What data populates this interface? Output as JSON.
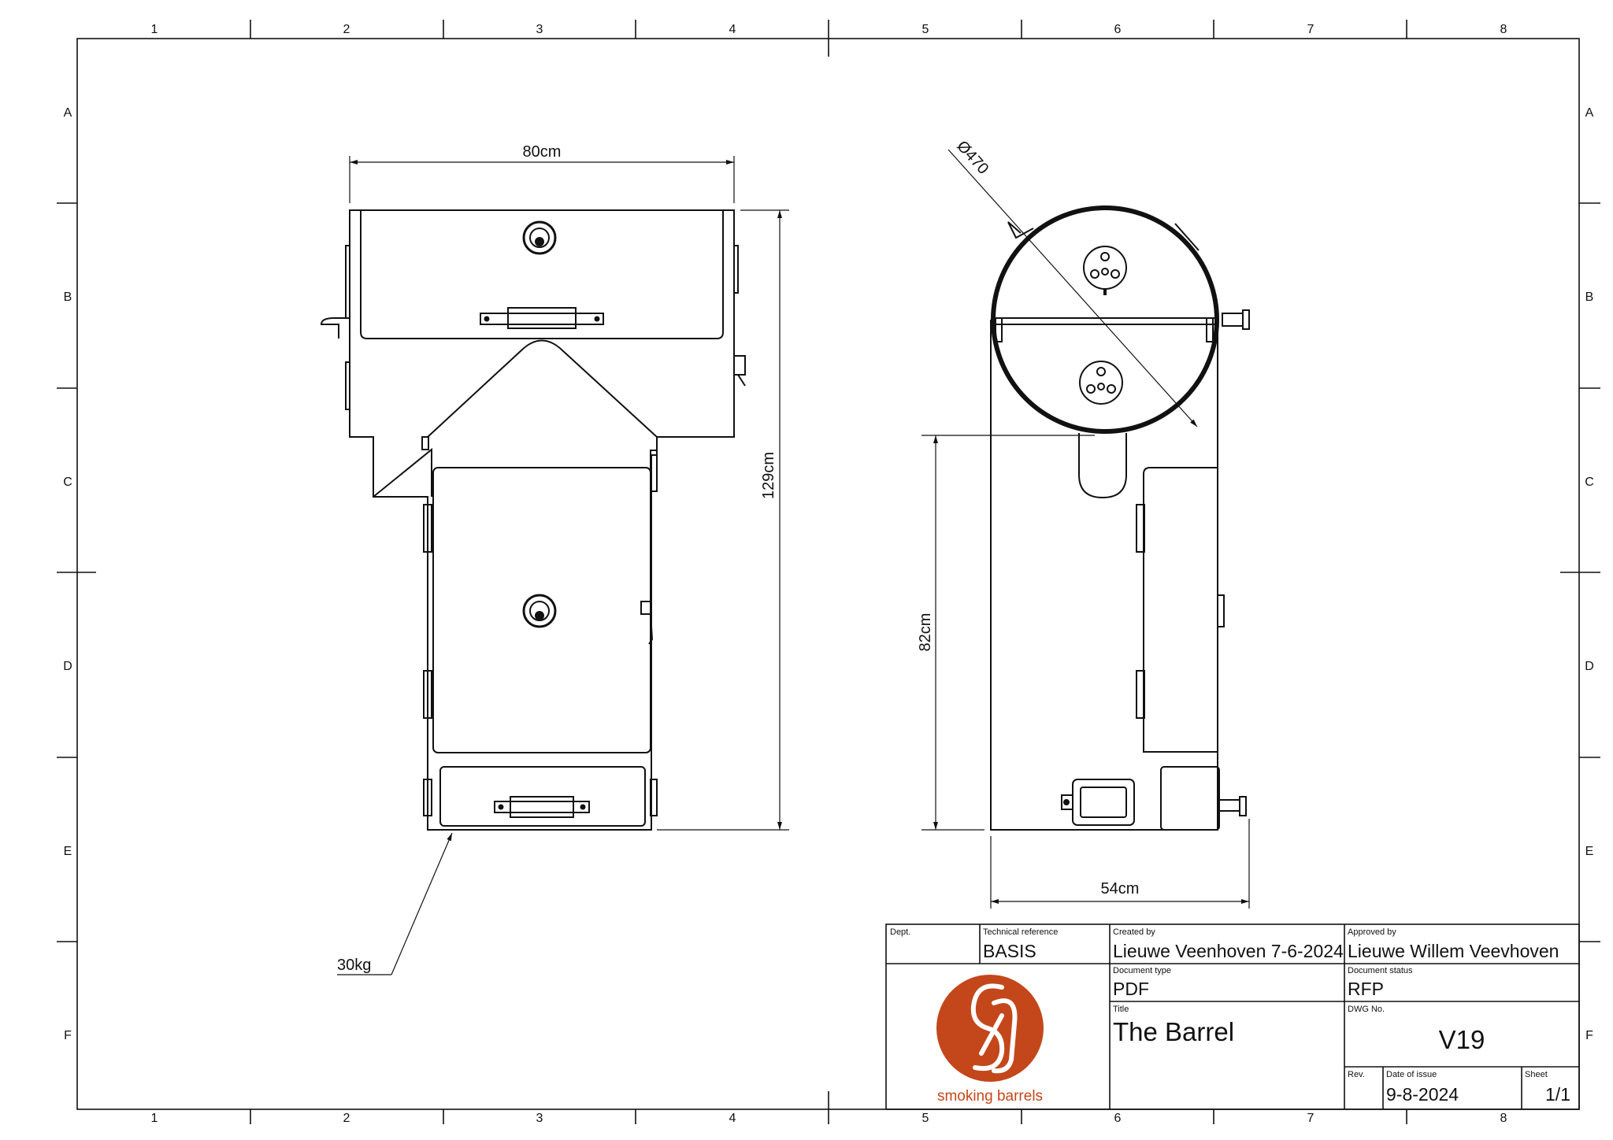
{
  "frame": {
    "columns": [
      "1",
      "2",
      "3",
      "4",
      "5",
      "6",
      "7",
      "8"
    ],
    "rows": [
      "A",
      "B",
      "C",
      "D",
      "E",
      "F"
    ]
  },
  "front_view": {
    "width_label": "80cm",
    "height_label": "129cm",
    "weight_label": "30kg"
  },
  "side_view": {
    "diameter_label": "Ø470",
    "height_label": "82cm",
    "width_label": "54cm"
  },
  "title_block": {
    "dept_label": "Dept.",
    "dept_value": "",
    "tech_ref_label": "Technical reference",
    "tech_ref_value": "BASIS",
    "created_by_label": "Created by",
    "created_by_value": "Lieuwe Veenhoven 7-6-2024",
    "approved_by_label": "Approved by",
    "approved_by_value": "Lieuwe Willem Veevhoven",
    "doc_type_label": "Document type",
    "doc_type_value": "PDF",
    "doc_status_label": "Document status",
    "doc_status_value": "RFP",
    "title_label": "Title",
    "title_value": "The Barrel",
    "dwg_no_label": "DWG No.",
    "dwg_no_value": "V19",
    "rev_label": "Rev.",
    "rev_value": "",
    "date_label": "Date of issue",
    "date_value": "9-8-2024",
    "sheet_label": "Sheet",
    "sheet_value": "1/1"
  },
  "logo": {
    "text": "smoking barrels",
    "color": "#c4471b"
  }
}
